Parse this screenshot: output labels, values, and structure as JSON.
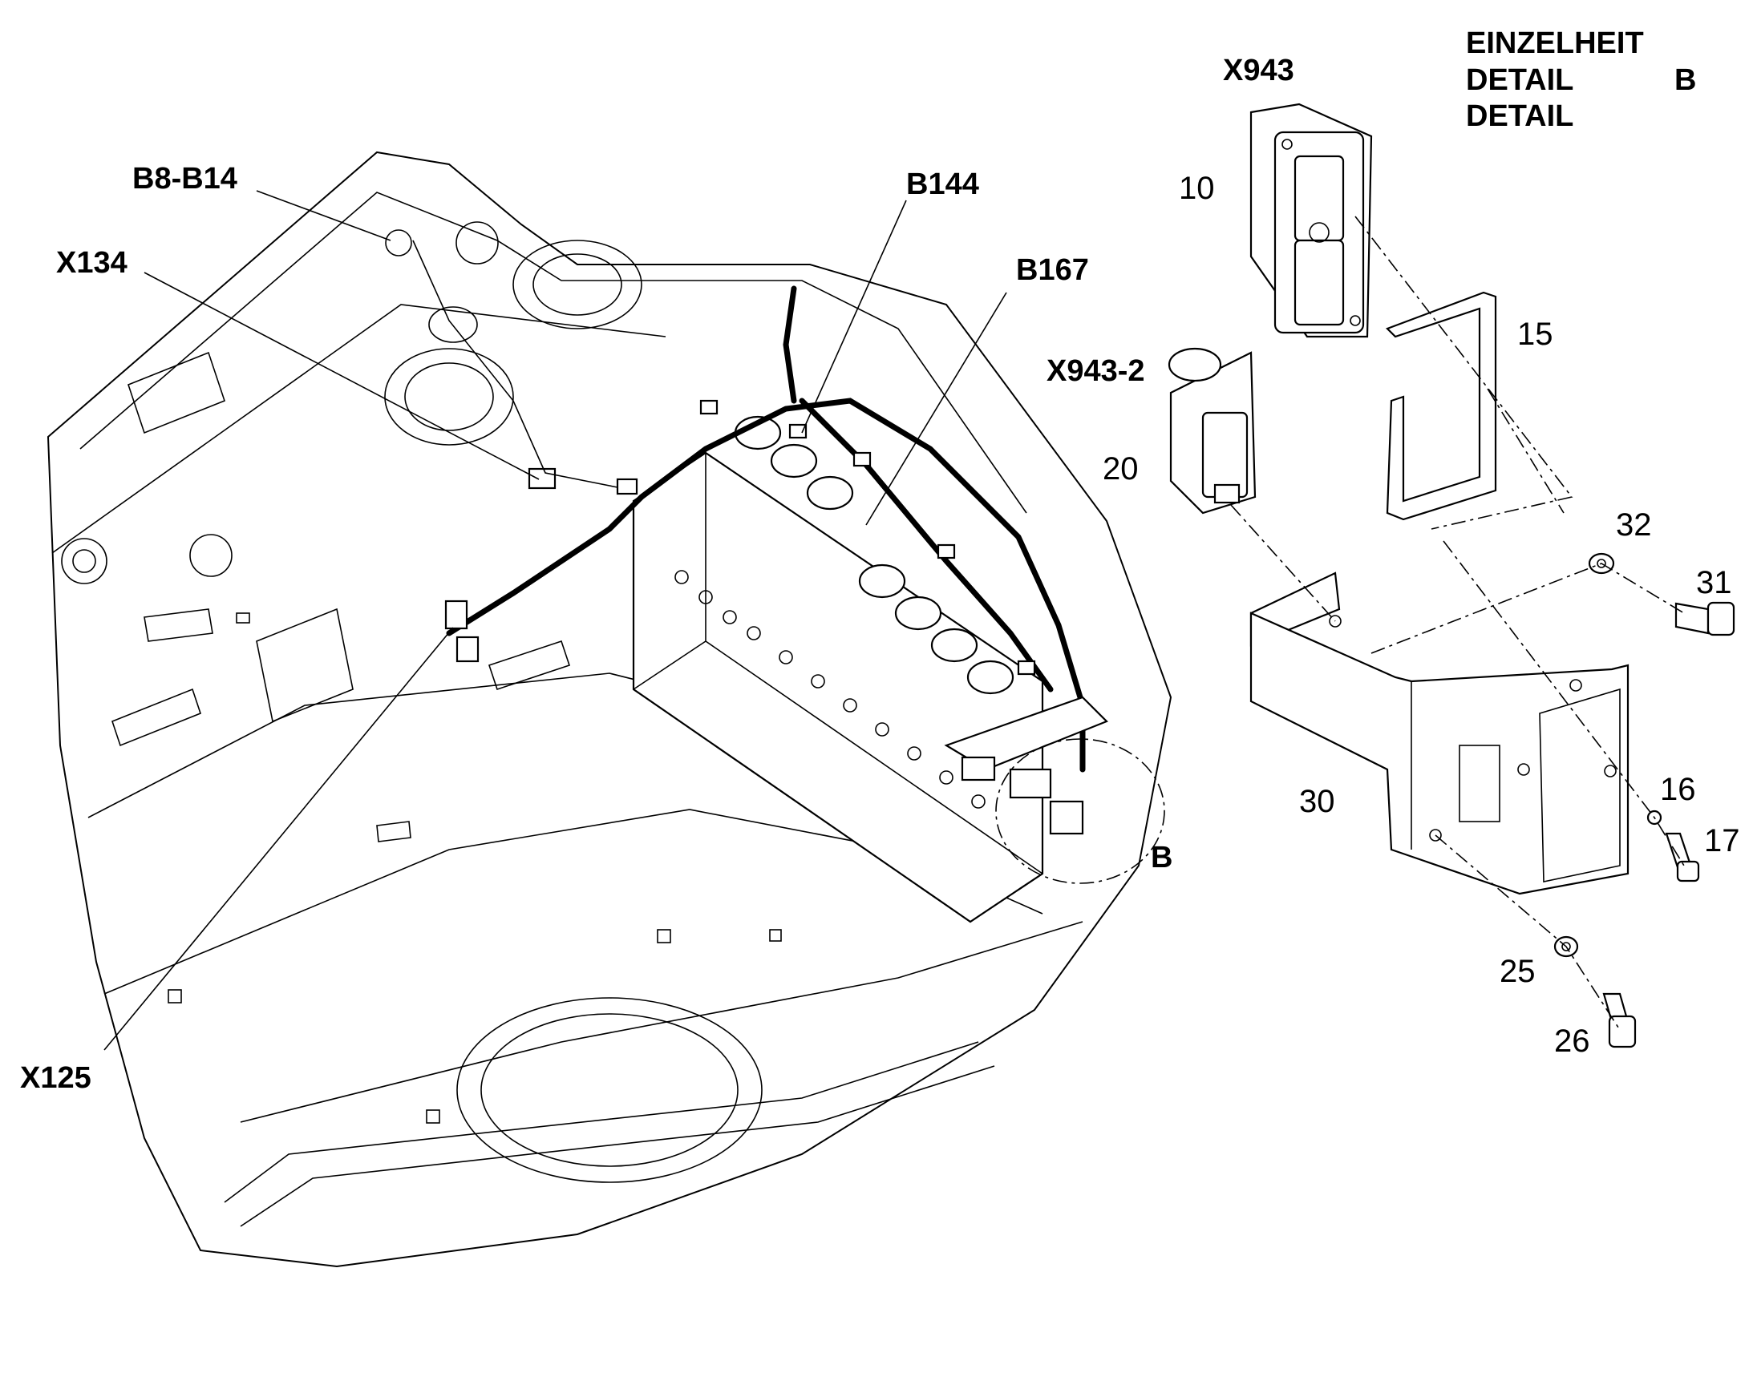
{
  "detail_header": {
    "line1": "EINZELHEIT",
    "line2": "DETAIL",
    "line3": "DETAIL",
    "detail_letter": "B"
  },
  "labels": {
    "b8_b14": "B8-B14",
    "x134": "X134",
    "b144": "B144",
    "b167": "B167",
    "x125": "X125",
    "x943": "X943",
    "x943_2": "X943-2",
    "detail_marker": "B"
  },
  "part_numbers": {
    "p10": "10",
    "p15": "15",
    "p16": "16",
    "p17": "17",
    "p20": "20",
    "p25": "25",
    "p26": "26",
    "p30": "30",
    "p31": "31",
    "p32": "32"
  }
}
